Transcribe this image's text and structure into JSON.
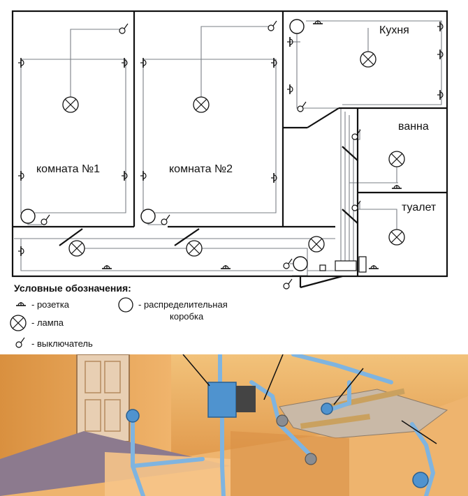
{
  "rooms": {
    "room1": "комната №1",
    "room2": "комната №2",
    "kitchen": "Кухня",
    "bath": "ванна",
    "toilet": "туалет"
  },
  "legend": {
    "title": "Условные обозначения:",
    "socket": "- розетка",
    "lamp": "- лампа",
    "switch": "- выключатель",
    "junction_box_line1": "- распределительная",
    "junction_box_line2": "коробка"
  },
  "colors": {
    "wall": "#111111",
    "wire": "#7a7f86",
    "wall_orange": "#e8a55a",
    "conduit_blue": "#7fb4e0",
    "floor_purple": "#8c7a8e"
  },
  "icons": {
    "socket": "socket-icon",
    "lamp": "lamp-icon",
    "switch": "switch-icon",
    "junction_box": "junction-box-icon"
  }
}
